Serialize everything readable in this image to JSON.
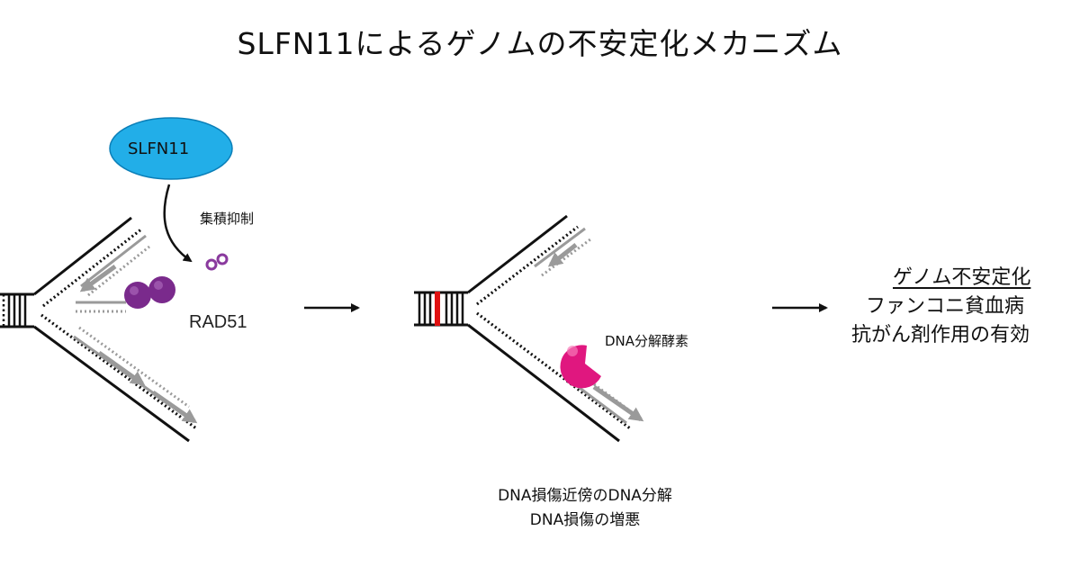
{
  "title": "SLFN11によるゲノムの不安定化メカニズム",
  "protein": "SLFN11",
  "inhibition_label": "集積抑制",
  "rad51_label": "RAD51",
  "nuclease_label": "DNA分解酵素",
  "middle_caption": {
    "line1": "DNA損傷近傍のDNA分解",
    "line2": "DNA損傷の増悪"
  },
  "outcome": {
    "line1": "ゲノム不安定化",
    "line2": "ファンコニ貧血病",
    "line3": "抗がん剤作用の有効"
  },
  "colors": {
    "slfn11_fill": "#22aee8",
    "rad51_fill": "#7a2a8c",
    "nuclease_fill": "#e0177f",
    "lesion": "#e01010",
    "nascent_strand": "#9a9a9a"
  }
}
